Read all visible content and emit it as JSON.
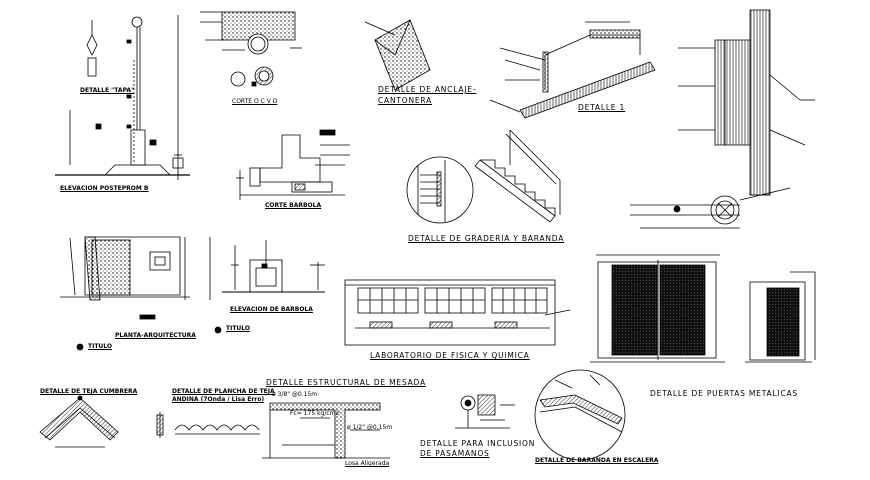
{
  "labels": {
    "detalle_tapa": "DETALLE \"TAPA\"",
    "elevacion_posteprom": "ELEVACION POSTEPROM B",
    "corte_ocvd": "CORTE O C V D",
    "detalle_anclaje_1": "DETALLE DE ANCLAJE-",
    "detalle_anclaje_2": "CANTONERA",
    "detalle_1": "DETALLE 1",
    "corte_barbola": "CORTE BARBOLA",
    "detalle_graderia": "DETALLE DE GRADERIA Y BARANDA",
    "planta_arquitectura": "PLANTA-ARQUITECTURA",
    "titulo_1": "TITULO",
    "elevacion_barbola": "ELEVACION DE BARBOLA",
    "titulo_2": "TITULO",
    "laboratorio": "LABORATORIO DE FISICA Y QUIMICA",
    "detalle_puertas": "DETALLE DE PUERTAS METALICAS",
    "detalle_cumbrera": "DETALLE DE TEJA CUMBRERA",
    "detalle_planchas_1": "DETALLE DE PLANCHA DE TEJA",
    "detalle_planchas_2": "ANDINA (7Onda / Lisa Erro)",
    "detalle_mesada": "DETALLE ESTRUCTURAL DE MESADA",
    "mesada_var1": "ø 3/8\" @0.15m",
    "mesada_var2": "Fc= 175 kg/cm2",
    "mesada_var3": "ø 1/2\" @0.15m",
    "mesada_note": "Losa Aligerada",
    "detalle_inclusion_1": "DETALLE PARA INCLUSION",
    "detalle_inclusion_2": "DE PASAMANOS",
    "detalle_baranda": "DETALLE DE BARANDA EN ESCALERA"
  }
}
